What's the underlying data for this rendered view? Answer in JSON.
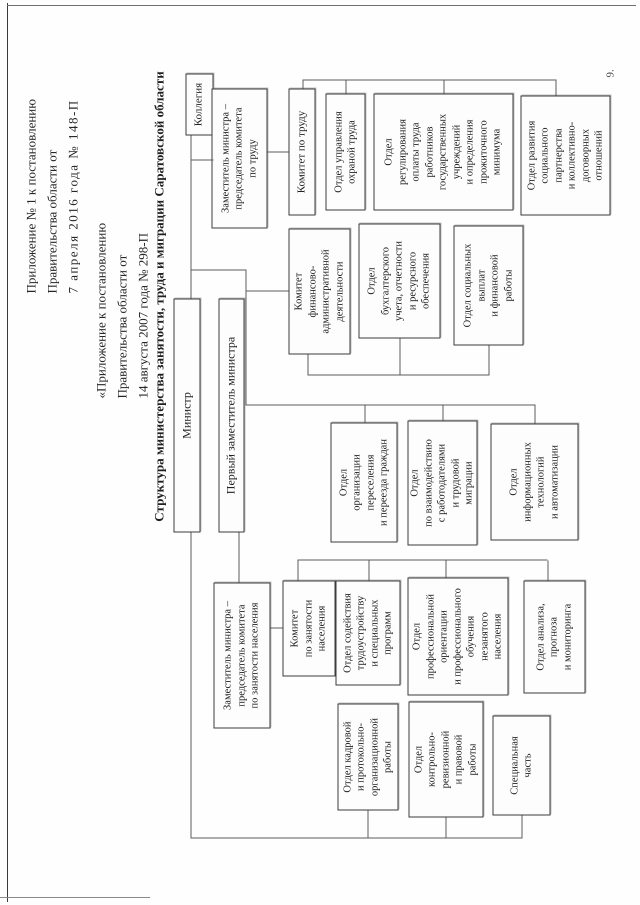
{
  "header": {
    "appendix1": {
      "lines": [
        "Приложение № 1 к постановлению",
        "Правительства области от",
        "7 апреля 2016 года № 148-П"
      ]
    },
    "appendix2": {
      "lines": [
        "«Приложение к постановлению",
        "Правительства области от",
        "14 августа 2007 года № 298-П"
      ]
    }
  },
  "title": "Структура министерства занятости, труда и миграции Саратовской области",
  "page_number": "9.",
  "colors": {
    "ink": "#2e2e2e",
    "line": "#5c5c5c",
    "border": "#3c3c3c",
    "paper": "#fefefe"
  },
  "boxes": {
    "kollegia": "Коллегия",
    "ministr": "Министр",
    "perv_zam": "Первый заместитель министра",
    "zam_trud": "Заместитель министра –\nпредседатель комитета\nпо труду",
    "kom_trud": "Комитет по труду",
    "otd_ohrana": "Отдел управления\nохраной труда",
    "otd_regul": "Отдел\nрегулирования\nоплаты труда\nработников\nгосударственных\nучреждений\nи определения\nпрожиточного\nминимума",
    "otd_razv": "Отдел развития\nсоциального\nпартнерства\nи коллективно-\nдоговорных\nотношений",
    "kom_finadm": "Комитет\nфинансово-\nадминистративной\nдеятельности",
    "otd_buh": "Отдел\nбухгалтерского\nучета, отчетности\nи ресурсного\nобеспечения",
    "otd_soc": "Отдел социальных\nвыплат\nи финансовой\nработы",
    "otd_peresel": "Отдел\nорганизации\nпереселения\nи переезда граждан",
    "otd_vzaim": "Отдел\nпо взаимодействию\nс работодателями\nи трудовой\nмиграции",
    "otd_inform": "Отдел\nинформационных\nтехнологий\nи автоматизации",
    "zam_zan": "Заместитель министра –\nпредседатель комитета\nпо занятости населения",
    "kom_zan": "Комитет\nпо занятости\nнаселения",
    "otd_sodeystv": "Отдел содействия\nтрудоустройству\nи специальных\nпрограмм",
    "otd_proforient": "Отдел\nпрофессиональной\nориентации\nи профессионального\nобучения\nнезанятого\nнаселения",
    "otd_analiz": "Отдел анализа,\nпрогноза\nи мониторинга",
    "otd_kadr": "Отдел кадровой\nи протокольно-\nорганизационной\nработы",
    "otd_kontr": "Отдел\nконтрольно-\nревизионной\nи правовой\nработы",
    "spec_chast": "Специальная\nчасть"
  }
}
